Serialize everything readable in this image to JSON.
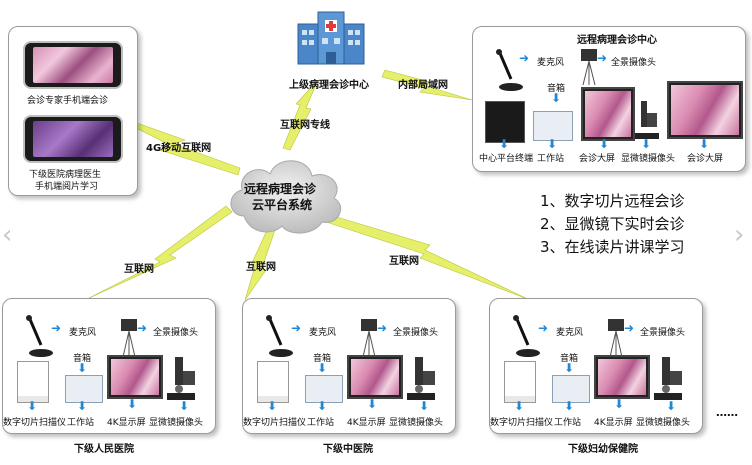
{
  "top_center": {
    "label": "上级病理会诊中心"
  },
  "cloud": {
    "line1": "远程病理会诊",
    "line2": "云平台系统"
  },
  "links": {
    "mobile": "4G移动互联网",
    "dedicated": "互联网专线",
    "lan": "内部局域网",
    "left": "互联网",
    "middle": "互联网",
    "right": "互联网"
  },
  "mobile_box": {
    "expert": "会诊专家手机端会诊",
    "doctor_line1": "下级医院病理医生",
    "doctor_line2": "手机端阅片学习"
  },
  "center_box": {
    "title": "远程病理会诊中心",
    "mic": "麦克风",
    "camera": "全景摄像头",
    "speaker": "音箱",
    "items": [
      "中心平台终端",
      "工作站",
      "会诊大屏",
      "显微镜摄像头",
      "会诊大屏"
    ]
  },
  "features": [
    "1、数字切片远程会诊",
    "2、显微镜下实时会诊",
    "3、在线读片讲课学习"
  ],
  "hospitals": [
    {
      "name": "下级人民医院",
      "mic": "麦克风",
      "camera": "全景摄像头",
      "speaker": "音箱",
      "items": [
        "数字切片扫描仪",
        "工作站",
        "4K显示屏",
        "显微镜摄像头"
      ]
    },
    {
      "name": "下级中医院",
      "mic": "麦克风",
      "camera": "全景摄像头",
      "speaker": "音箱",
      "items": [
        "数字切片扫描仪",
        "工作站",
        "4K显示屏",
        "显微镜摄像头"
      ]
    },
    {
      "name": "下级妇幼保健院",
      "mic": "麦克风",
      "camera": "全景摄像头",
      "speaker": "音箱",
      "items": [
        "数字切片扫描仪",
        "工作站",
        "4K显示屏",
        "显微镜摄像头"
      ]
    }
  ],
  "ellipsis": "……",
  "colors": {
    "arrow": "#1e88d6",
    "bolt": "#d9e84a",
    "cloud": "#d0d0d0"
  }
}
